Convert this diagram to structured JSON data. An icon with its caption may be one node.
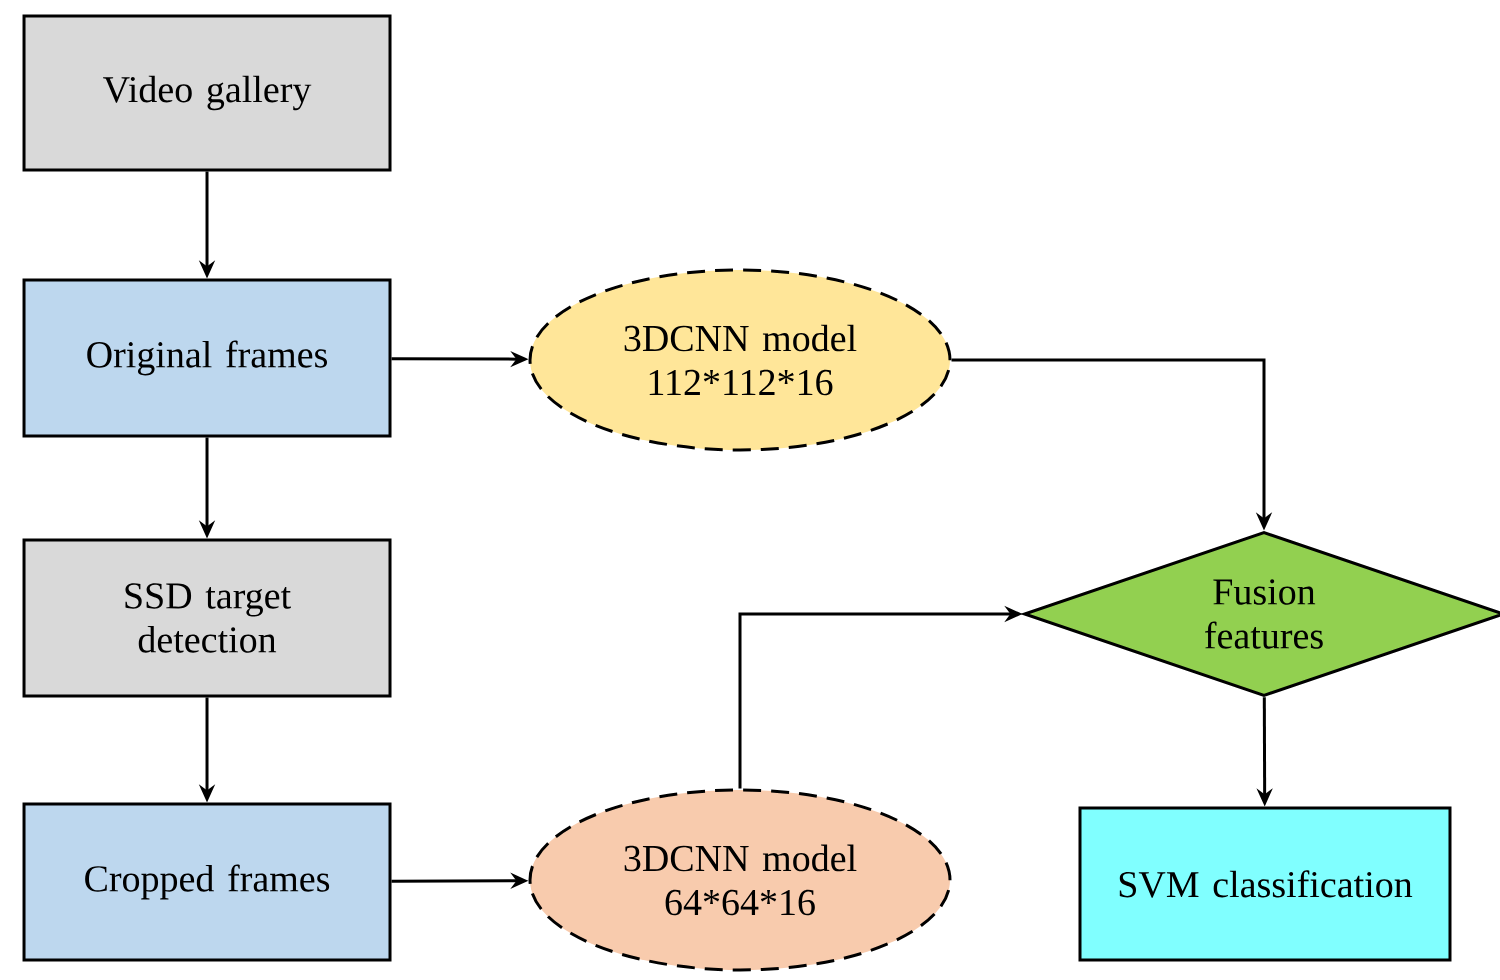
{
  "diagram": {
    "nodes": [
      {
        "text": [
          "Video gallery"
        ]
      },
      {
        "text": [
          "Original frames"
        ]
      },
      {
        "text": [
          "SSD target detection"
        ]
      },
      {
        "text": [
          "Cropped frames"
        ]
      },
      {
        "text": [
          "3DCNN model 112*112*16"
        ]
      },
      {
        "text": [
          "3DCNN model 64*64*16"
        ]
      },
      {
        "text": [
          "Fusion features"
        ]
      },
      {
        "text": [
          "SVM classification"
        ]
      }
    ],
    "edges": [
      {
        "from": 0,
        "to": 1,
        "arrow": "to"
      },
      {
        "from": 1,
        "to": 2,
        "arrow": "to"
      },
      {
        "from": 2,
        "to": 3,
        "arrow": "to"
      },
      {
        "from": 1,
        "to": 4,
        "arrow": "to"
      },
      {
        "from": 3,
        "to": 5,
        "arrow": "to"
      },
      {
        "from": 4,
        "to": 6,
        "arrow": "to"
      },
      {
        "from": 5,
        "to": 6,
        "arrow": "to"
      },
      {
        "from": 6,
        "to": 7,
        "arrow": "to"
      }
    ]
  }
}
